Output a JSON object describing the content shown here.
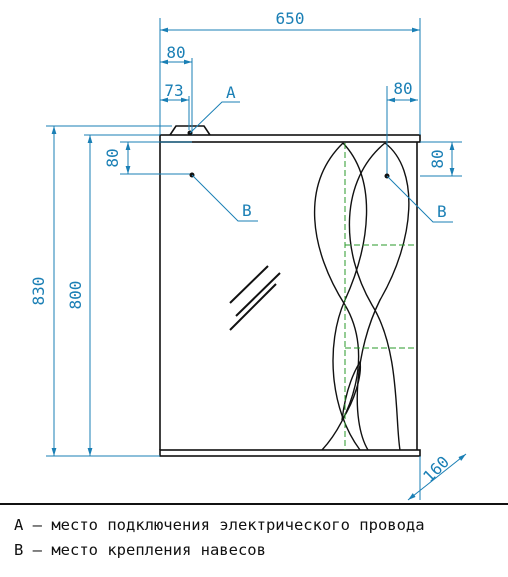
{
  "dimensions": {
    "total_width": "650",
    "mount_offset_left": "80",
    "socket_offset": "73",
    "mount_offset_right": "80",
    "mount_drop_left": "80",
    "mount_drop_right": "80",
    "total_height": "830",
    "body_height": "800",
    "depth": "160"
  },
  "markers": {
    "a": "A",
    "b_left": "B",
    "b_right": "B"
  },
  "legend": {
    "a": "A – место подключения электрического провода",
    "b": "B – место крепления навесов"
  },
  "colors": {
    "dimension": "#1a7fb5",
    "outline": "#111111",
    "guide": "#2a9a2a"
  }
}
